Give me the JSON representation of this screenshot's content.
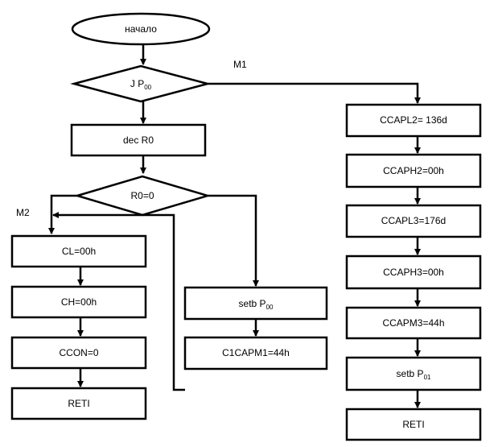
{
  "flowchart": {
    "start": "начало",
    "decision_jp": {
      "main": "J P",
      "sub": "00"
    },
    "dec_r0": "dec R0",
    "decision_r0": "R0=0",
    "label_m1": "M1",
    "label_m2": "M2",
    "left_column": [
      "CL=00h",
      "CH=00h",
      "CCON=0",
      "RETI"
    ],
    "middle_column": {
      "setb_p00": {
        "main": "setb P",
        "sub": "00"
      },
      "c1capm1": "C1CAPM1=44h"
    },
    "right_column": {
      "ccapl2": "CCAPL2= 136d",
      "ccaph2": "CCAPH2=00h",
      "ccapl3": "CCAPL3=176d",
      "ccaph3": "CCAPH3=00h",
      "ccapm3": "CCAPM3=44h",
      "setb_p01": {
        "main": "setb P",
        "sub": "01"
      },
      "reti": "RETI"
    }
  }
}
